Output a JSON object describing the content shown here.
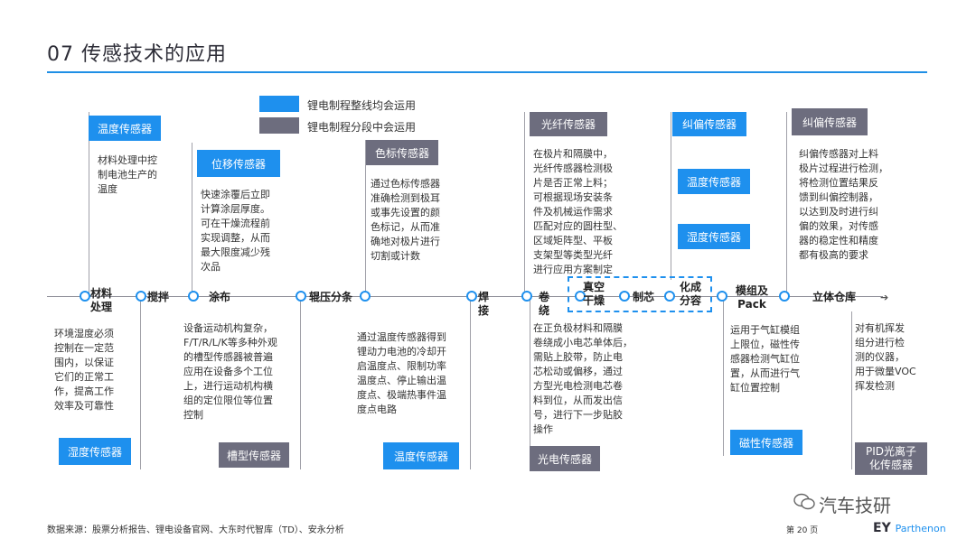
{
  "title": "07 传感技术的应用",
  "legend": [
    {
      "label": "锂电制程整线均会运用",
      "color": "#1e90ee"
    },
    {
      "label": "锂电制程分段中会运用",
      "color": "#6d6d7e"
    }
  ],
  "stages": [
    "材料\n处理",
    "搅拌",
    "涂布",
    "辊压分条",
    "焊\n接",
    "卷\n绕",
    "真空\n干燥",
    "制芯",
    "化成\n分容",
    "模组及\nPack",
    "立体仓库"
  ],
  "top": {
    "s1": {
      "badge": "温度传感器",
      "desc": "材料处理中控\n制电池生产的\n温度"
    },
    "s2": {
      "badge": "位移传感器",
      "desc": "快速涂覆后立即\n计算涂层厚度。\n可在干燥流程前\n实现调整，从而\n最大限度减少残\n次品"
    },
    "s3": {
      "badge": "色标传感器",
      "desc": "通过色标传感器\n准确检测到极耳\n或事先设置的颜\n色标记，从而准\n确地对极片进行\n切割或计数"
    },
    "s4": {
      "badge": "光纤传感器",
      "desc": "在极片和隔膜中，\n光纤传感器检测极\n片是否正常上料；\n可根据现场安装条\n件及机械运作需求\n匹配对应的圆柱型、\n区域矩阵型、平板\n支架型等类型光纤\n进行应用方案制定"
    },
    "s5": {
      "badges": [
        "纠偏传感器",
        "温度传感器",
        "湿度传感器"
      ]
    },
    "s6": {
      "badge": "纠偏传感器",
      "desc": "纠偏传感器对上料\n极片过程进行检测，\n将检测位置结果反\n馈到纠偏控制器，\n以达到及时进行纠\n偏的效果，对传感\n器的稳定性和精度\n都有极高的要求"
    }
  },
  "bottom": {
    "b1": {
      "badge": "湿度传感器",
      "desc": "环境湿度必须\n控制在一定范\n围内，以保证\n它们的正常工\n作，提高工作\n效率及可靠性"
    },
    "b2": {
      "badge": "槽型传感器",
      "desc": "设备运动机构复杂，\nF/T/R/L/K等多种外观\n的槽型传感器被普遍\n应用在设备多个工位\n上，进行运动机构横\n组的定位限位等位置\n控制"
    },
    "b3": {
      "badge": "温度传感器",
      "desc": "通过温度传感器得到\n锂动力电池的冷却开\n启温度点、限制功率\n温度点、停止输出温\n度点、极端热事件温\n度点电路"
    },
    "b4": {
      "badge": "光电传感器",
      "desc": "在正负极材料和隔膜\n卷绕成小电芯单体后，\n需贴上胶带，防止电\n芯松动或偏移，通过\n方型光电检测电芯卷\n料到位，从而发出信\n号，进行下一步贴胶\n操作"
    },
    "b5": {
      "badge": "磁性传感器",
      "desc": "运用于气缸模组\n上限位，磁性传\n感器检测气缸位\n置，从而进行气\n缸位置控制"
    },
    "b6": {
      "badge": "PID光离子\n化传感器",
      "desc": "对有机挥发\n组分进行检\n测的仪器，\n用于微量VOC\n挥发检测"
    }
  },
  "footer": "数据来源：股票分析报告、锂电设备官网、大东时代智库（TD）、安永分析",
  "page": "第 20 页",
  "brand": "EY",
  "brand_sub": "Parthenon",
  "watermark": "汽车技研"
}
